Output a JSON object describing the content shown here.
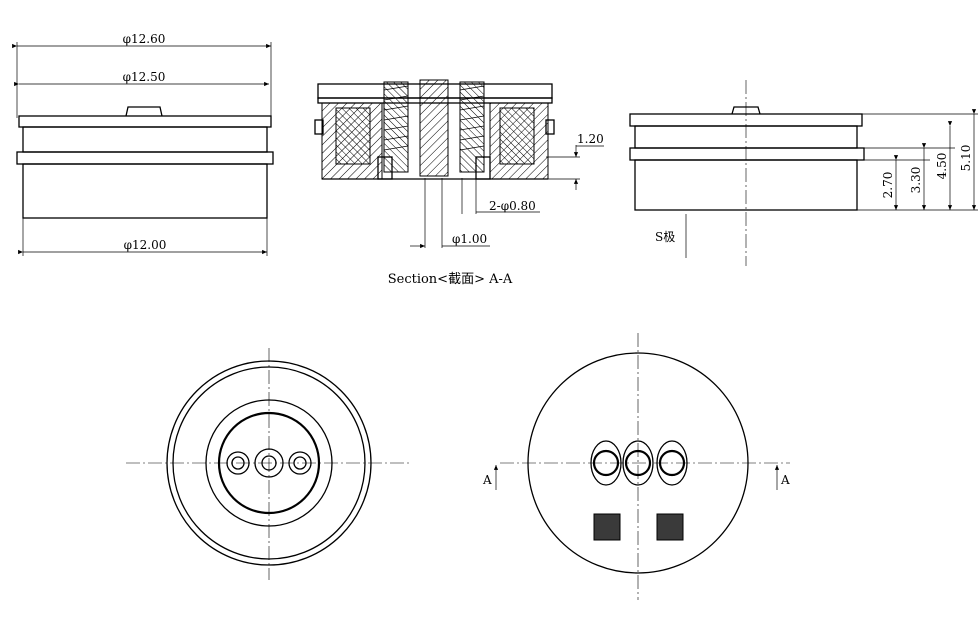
{
  "dimensions": {
    "outer_dia": "φ12.60",
    "mid_dia": "φ12.50",
    "base_dia": "φ12.00",
    "pin_gap": "1.20",
    "pin_dia": "2-φ0.80",
    "center_dia": "φ1.00",
    "h_270": "2.70",
    "h_330": "3.30",
    "h_450": "4.50",
    "h_510": "5.10",
    "s_pole": "S极"
  },
  "section_caption": "Section<截面>  A-A",
  "section_mark": "A"
}
